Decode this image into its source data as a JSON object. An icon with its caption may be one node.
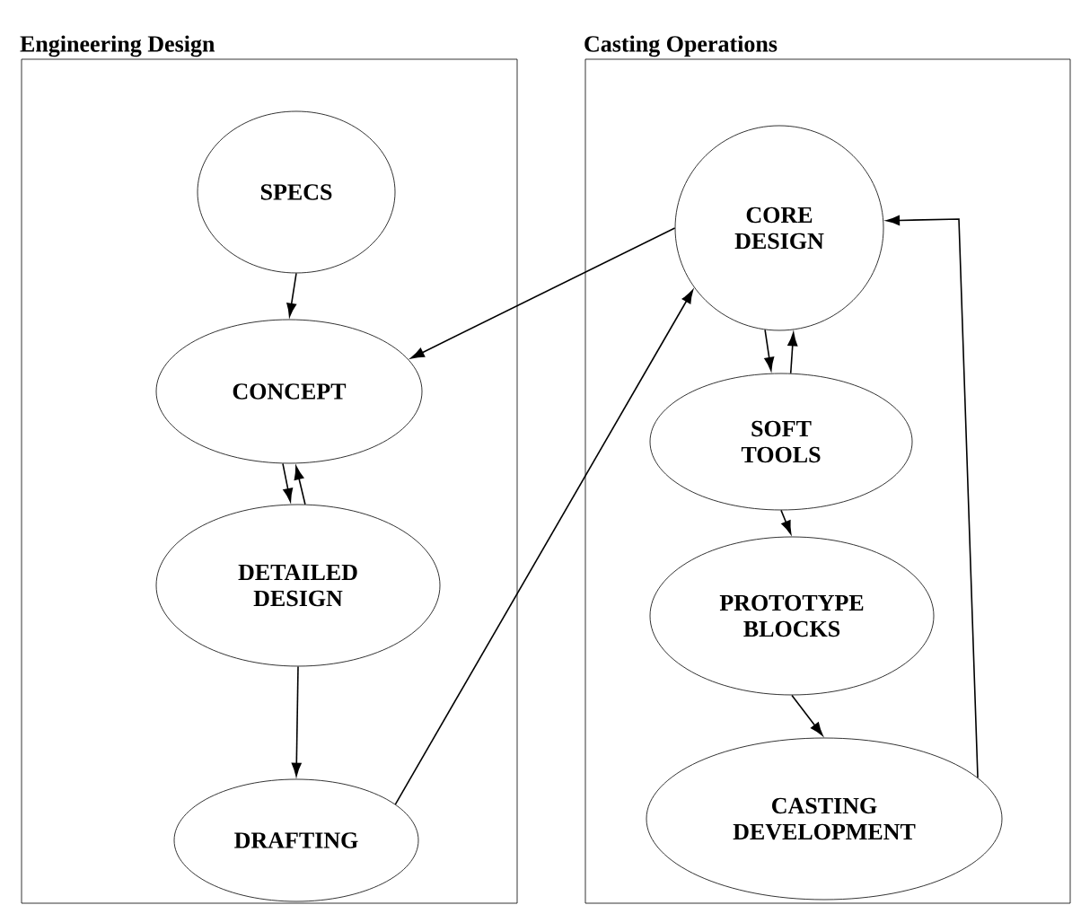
{
  "diagram": {
    "nodes": [
      {
        "text": [
          "Engineering Design"
        ]
      },
      {
        "text": [
          "SPECS"
        ],
        "in": 0
      },
      {
        "text": [
          "CONCEPT"
        ],
        "in": 0
      },
      {
        "text": [
          "DETAILED DESIGN"
        ],
        "in": 0
      },
      {
        "text": [
          "DRAFTING"
        ],
        "in": 0
      },
      {
        "text": [
          "Casting Operations"
        ]
      },
      {
        "text": [
          "CORE DESIGN"
        ],
        "in": 5
      },
      {
        "text": [
          "SOFT TOOLS"
        ],
        "in": 5
      },
      {
        "text": [
          "PROTOTYPE BLOCKS"
        ],
        "in": 5
      },
      {
        "text": [
          "CASTING DEVELOPMENT"
        ],
        "in": 5
      }
    ],
    "edges": [
      {
        "from": 1,
        "to": 2,
        "arrow": "to"
      },
      {
        "from": 2,
        "to": 3,
        "arrow": "to"
      },
      {
        "from": 3,
        "to": 2,
        "arrow": "to"
      },
      {
        "from": 3,
        "to": 4,
        "arrow": "to"
      },
      {
        "from": 6,
        "to": 2,
        "arrow": "to"
      },
      {
        "from": 4,
        "to": 6,
        "arrow": "to"
      },
      {
        "from": 6,
        "to": 7,
        "arrow": "to"
      },
      {
        "from": 7,
        "to": 6,
        "arrow": "to"
      },
      {
        "from": 7,
        "to": 8,
        "arrow": "to"
      },
      {
        "from": 8,
        "to": 9,
        "arrow": "to"
      },
      {
        "from": 9,
        "to": 6,
        "arrow": "to"
      }
    ]
  }
}
